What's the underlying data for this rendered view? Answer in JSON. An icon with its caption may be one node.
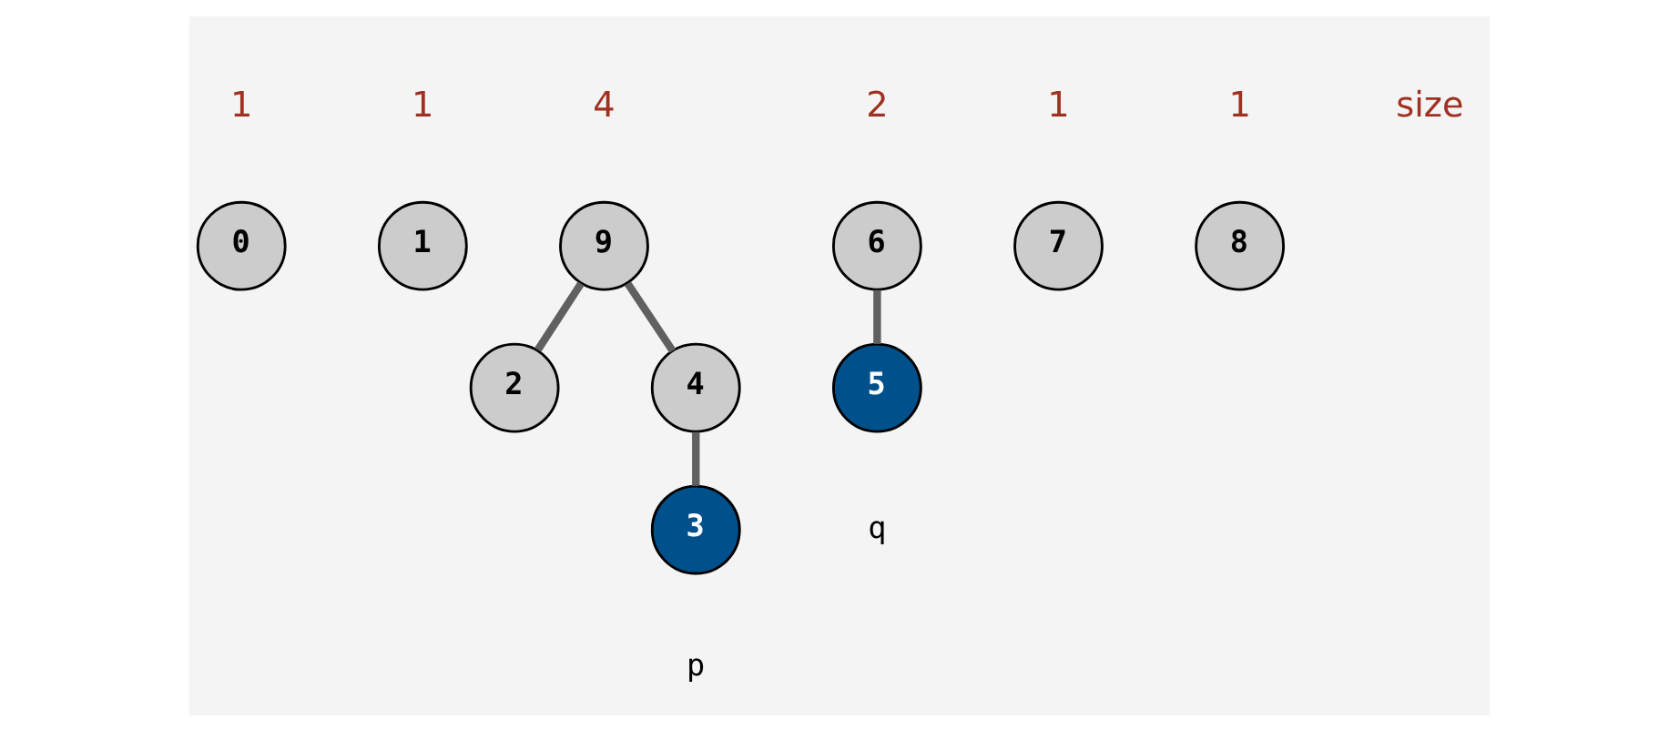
{
  "diagram": {
    "nodes": [
      {
        "text": [
          "0"
        ],
        "beside": [
          "1"
        ]
      },
      {
        "text": [
          "1"
        ],
        "beside": [
          "1"
        ]
      },
      {
        "text": [
          "9"
        ],
        "beside": [
          "4"
        ]
      },
      {
        "text": [
          "6"
        ],
        "beside": [
          "2"
        ]
      },
      {
        "text": [
          "7"
        ],
        "beside": [
          "1"
        ]
      },
      {
        "text": [
          "8"
        ],
        "beside": [
          "1"
        ]
      },
      {
        "text": [
          "2"
        ]
      },
      {
        "text": [
          "4"
        ]
      },
      {
        "text": [
          "5"
        ],
        "beside": [
          "q"
        ]
      },
      {
        "text": [
          "3"
        ],
        "beside": [
          "p"
        ]
      }
    ],
    "edges": [
      {
        "from": 2,
        "to": 6,
        "arrow": "none"
      },
      {
        "from": 2,
        "to": 7,
        "arrow": "none"
      },
      {
        "from": 3,
        "to": 8,
        "arrow": "none"
      },
      {
        "from": 7,
        "to": 9,
        "arrow": "none"
      }
    ],
    "labels": [
      "size"
    ]
  }
}
